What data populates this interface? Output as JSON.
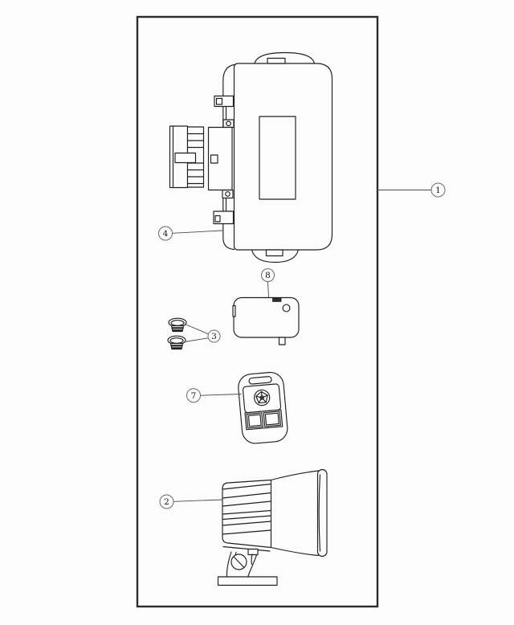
{
  "figure": {
    "kind": "exploded-parts-line-diagram",
    "colors": {
      "background": "#fcfcfc",
      "line": "#1f1f1f",
      "frame_stroke": "#2b2b2b",
      "callout_stroke": "#6a6a6a",
      "callout_text": "#1a1a1a"
    }
  },
  "callouts": {
    "c1": {
      "number": "1"
    },
    "c2": {
      "number": "2"
    },
    "c3": {
      "number": "3"
    },
    "c4": {
      "number": "4"
    },
    "c7": {
      "number": "7"
    },
    "c8": {
      "number": "8"
    }
  }
}
